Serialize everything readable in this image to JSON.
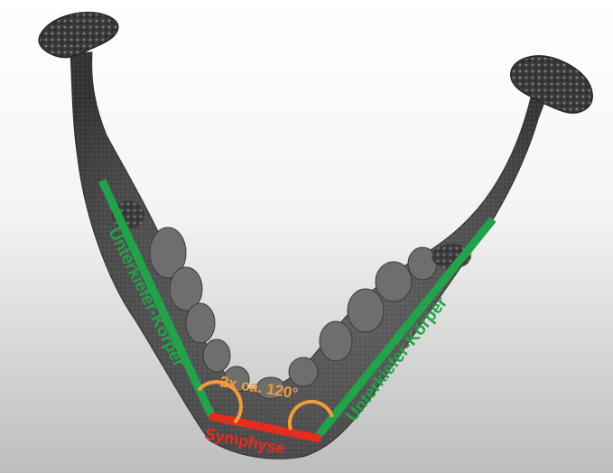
{
  "labels": {
    "left_body": "Unterkiefer-Körper",
    "right_body": "Unterkiefer-Körper",
    "angle": "2x ca. 120°",
    "symphysis": "Symphyse"
  },
  "colors": {
    "body_line": "#22a24a",
    "symphysis_line": "#e52d1f",
    "angle_arc": "#f39a3c",
    "bone_dark": "#3e3e3e",
    "bone_mid": "#5c5c5c"
  }
}
